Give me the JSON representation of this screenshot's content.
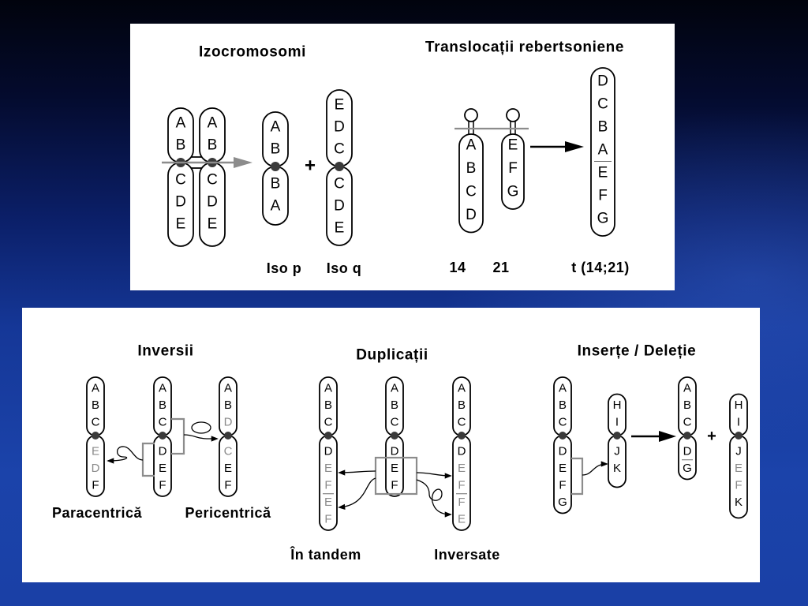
{
  "colors": {
    "background_top": "#01030d",
    "background_bottom": "#1b43aa",
    "panel": "#ffffff",
    "outline": "#000000",
    "gene_text": "#000000",
    "highlighted_gene": "#8a8a8a",
    "centromere": "#3a3a3a",
    "gray_arrow": "#8c8c8c",
    "bracket": "#8c8c8c"
  },
  "top_panel": {
    "isochromosomes": {
      "title": "Izocromosomi",
      "normal": {
        "left": {
          "p": [
            "A",
            "B"
          ],
          "q": [
            "C",
            "D",
            "E"
          ]
        },
        "right": {
          "p": [
            "A",
            "B"
          ],
          "q": [
            "C",
            "D",
            "E"
          ]
        }
      },
      "iso_p": {
        "p": [
          "A",
          "B"
        ],
        "q": [
          "B",
          "A"
        ],
        "label": "Iso p"
      },
      "plus": "+",
      "iso_q": {
        "p": [
          "E",
          "D",
          "C"
        ],
        "q": [
          "C",
          "D",
          "E"
        ],
        "label": "Iso q"
      }
    },
    "robertsonian": {
      "title": "Translocații rebertsoniene",
      "chr14": {
        "genes": [
          "A",
          "B",
          "C",
          "D"
        ],
        "label": "14"
      },
      "chr21": {
        "genes": [
          "E",
          "F",
          "G"
        ],
        "label": "21"
      },
      "fusion": {
        "genes": [
          "D",
          "C",
          "B",
          "A",
          "E",
          "F",
          "G"
        ],
        "label": "t (14;21)"
      }
    }
  },
  "bottom_panel": {
    "inversions": {
      "title": "Inversii",
      "paracentric": {
        "p": [
          "A",
          "B",
          "C"
        ],
        "q": [
          "E",
          "D",
          "F"
        ],
        "highlighted": {
          "q": [
            0,
            1
          ]
        },
        "label": "Paracentrică"
      },
      "normal": {
        "p": [
          "A",
          "B",
          "C"
        ],
        "q": [
          "D",
          "E",
          "F"
        ]
      },
      "pericentric": {
        "p": [
          "A",
          "B",
          "D"
        ],
        "q": [
          "C",
          "E",
          "F"
        ],
        "highlighted": {
          "p": [
            2
          ],
          "q": [
            0
          ]
        },
        "label": "Pericentrică"
      }
    },
    "duplications": {
      "title": "Duplicații",
      "tandem": {
        "p": [
          "A",
          "B",
          "C"
        ],
        "q": [
          "D",
          "E",
          "F",
          "E",
          "F"
        ],
        "highlighted": {
          "q": [
            1,
            2,
            3,
            4
          ]
        },
        "label": "În tandem"
      },
      "normal": {
        "p": [
          "A",
          "B",
          "C"
        ],
        "q": [
          "D",
          "E",
          "F"
        ]
      },
      "inverted": {
        "p": [
          "A",
          "B",
          "C"
        ],
        "q": [
          "D",
          "E",
          "F",
          "F",
          "E"
        ],
        "highlighted": {
          "q": [
            1,
            2,
            3,
            4
          ]
        },
        "label": "Inversate"
      }
    },
    "insertion_deletion": {
      "title": "Inserțe / Deleție",
      "donor": {
        "p": [
          "A",
          "B",
          "C"
        ],
        "q": [
          "D",
          "E",
          "F",
          "G"
        ]
      },
      "recipient": {
        "p": [
          "H",
          "I"
        ],
        "q": [
          "J",
          "K"
        ]
      },
      "deleted": {
        "p": [
          "A",
          "B",
          "C"
        ],
        "q": [
          "D",
          "G"
        ]
      },
      "plus": "+",
      "inserted": {
        "p": [
          "H",
          "I"
        ],
        "q": [
          "J",
          "E",
          "F",
          "K"
        ],
        "highlighted": {
          "q": [
            1,
            2
          ]
        }
      }
    }
  }
}
